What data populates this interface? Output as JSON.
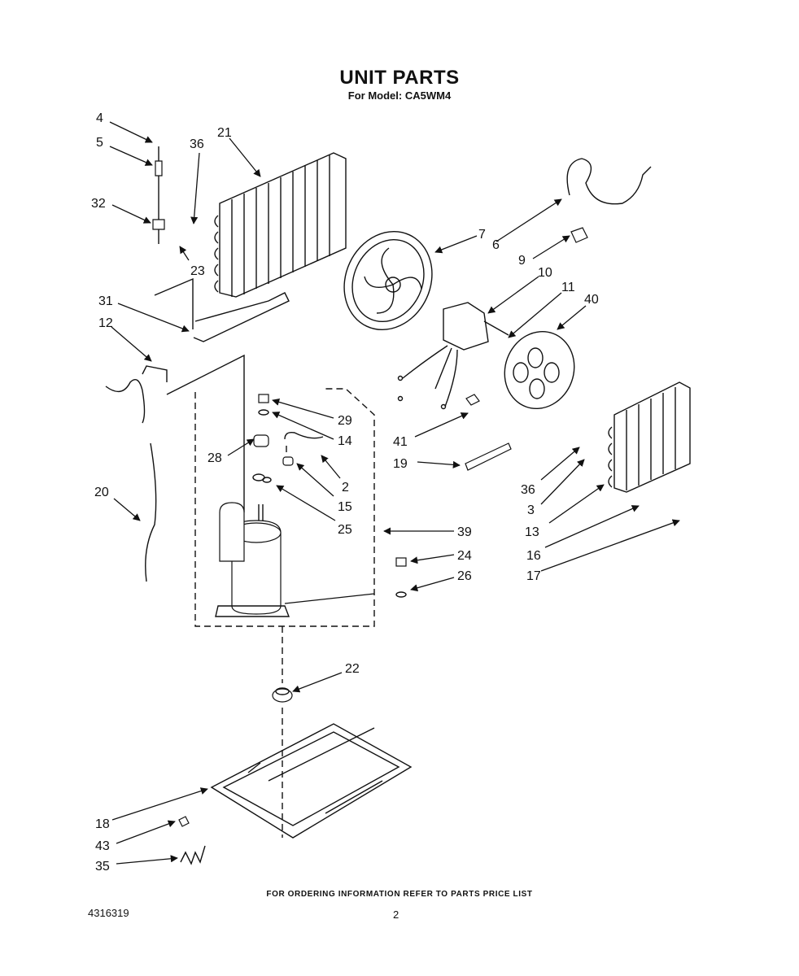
{
  "header": {
    "title": "UNIT PARTS",
    "model_line": "For Model: CA5WM4"
  },
  "footer": {
    "ordering_note": "FOR ORDERING INFORMATION REFER TO PARTS PRICE LIST",
    "document_number": "4316319",
    "page_number": "2"
  },
  "callouts": [
    "4",
    "5",
    "36",
    "21",
    "32",
    "23",
    "7",
    "6",
    "9",
    "10",
    "11",
    "40",
    "31",
    "12",
    "29",
    "14",
    "28",
    "41",
    "19",
    "2",
    "36",
    "15",
    "20",
    "25",
    "3",
    "13",
    "39",
    "24",
    "16",
    "26",
    "17",
    "22",
    "18",
    "43",
    "35"
  ]
}
